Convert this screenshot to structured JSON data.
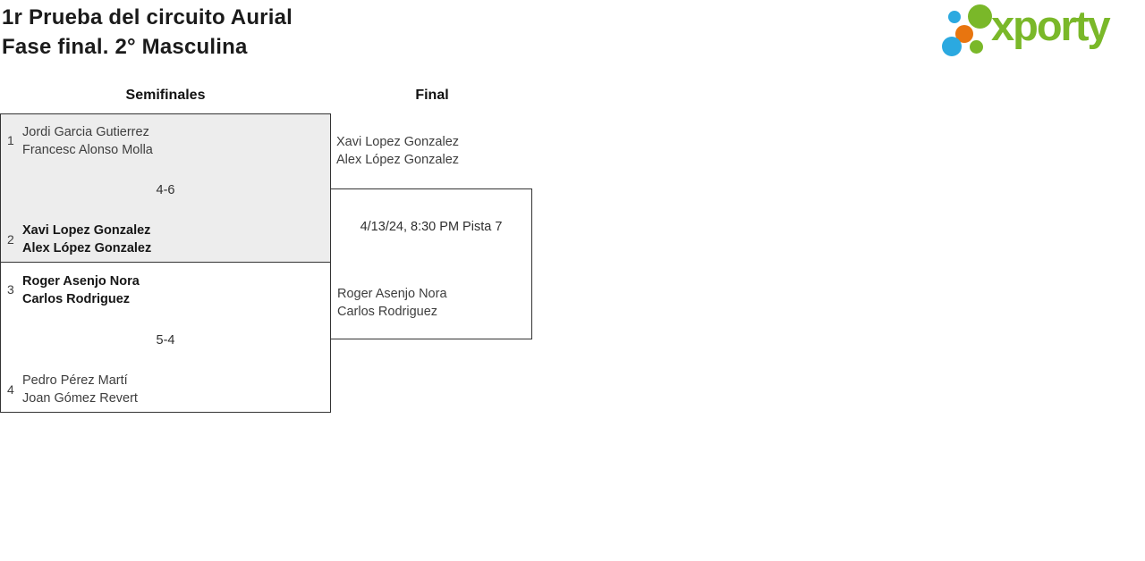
{
  "page": {
    "title_line1": "1r Prueba del circuito Aurial",
    "title_line2": "Fase final. 2° Masculina"
  },
  "logo": {
    "word": "xporty",
    "colors": {
      "green": "#7ab829",
      "blue": "#2ba9e0",
      "orange": "#e8750f"
    }
  },
  "bracket": {
    "round_labels": {
      "semifinals": "Semifinales",
      "final": "Final"
    },
    "semifinals": [
      {
        "seed_top": "1",
        "team_top_line1": "Jordi Garcia Gutierrez",
        "team_top_line2": "Francesc Alonso Molla",
        "score": "4-6",
        "seed_bottom": "2",
        "team_bottom_line1": "Xavi Lopez Gonzalez",
        "team_bottom_line2": "Alex López Gonzalez",
        "winner": "bottom"
      },
      {
        "seed_top": "3",
        "team_top_line1": "Roger Asenjo Nora",
        "team_top_line2": "Carlos Rodriguez",
        "score": "5-4",
        "seed_bottom": "4",
        "team_bottom_line1": "Pedro Pérez Martí",
        "team_bottom_line2": "Joan Gómez Revert",
        "winner": "top"
      }
    ],
    "final": {
      "team_top_line1": "Xavi Lopez Gonzalez",
      "team_top_line2": "Alex López Gonzalez",
      "schedule": "4/13/24, 8:30 PM Pista 7",
      "team_bottom_line1": "Roger Asenjo Nora",
      "team_bottom_line2": "Carlos Rodriguez"
    }
  }
}
